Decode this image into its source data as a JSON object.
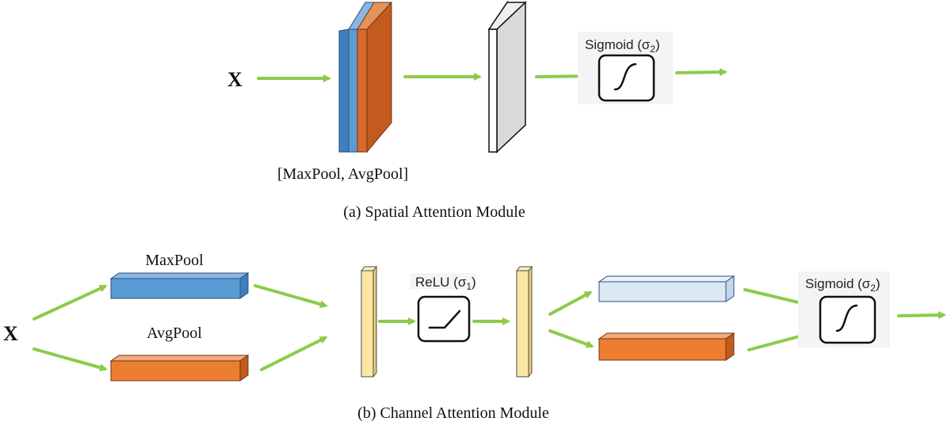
{
  "spatial_module": {
    "input_label": "X",
    "pool_label": "[MaxPool, AvgPool]",
    "sigmoid_label": "Sigmoid (σ",
    "sigmoid_sub": "2",
    "caption": "(a) Spatial Attention Module"
  },
  "channel_module": {
    "input_label": "X",
    "maxpool_label": "MaxPool",
    "avgpool_label": "AvgPool",
    "relu_label": "ReLU (σ",
    "relu_sub": "1",
    "sigmoid_label": "Sigmoid (σ",
    "sigmoid_sub": "2",
    "caption": "(b) Channel Attention Module"
  },
  "colors": {
    "arrow": "#8ccb4a",
    "blue": "#5b9bd5",
    "orange": "#ed7d31",
    "dark_orange": "#c55a1f",
    "light_blue": "#dbe8f5",
    "yellow": "#fbe7a1",
    "gray": "#d9d9d9"
  }
}
